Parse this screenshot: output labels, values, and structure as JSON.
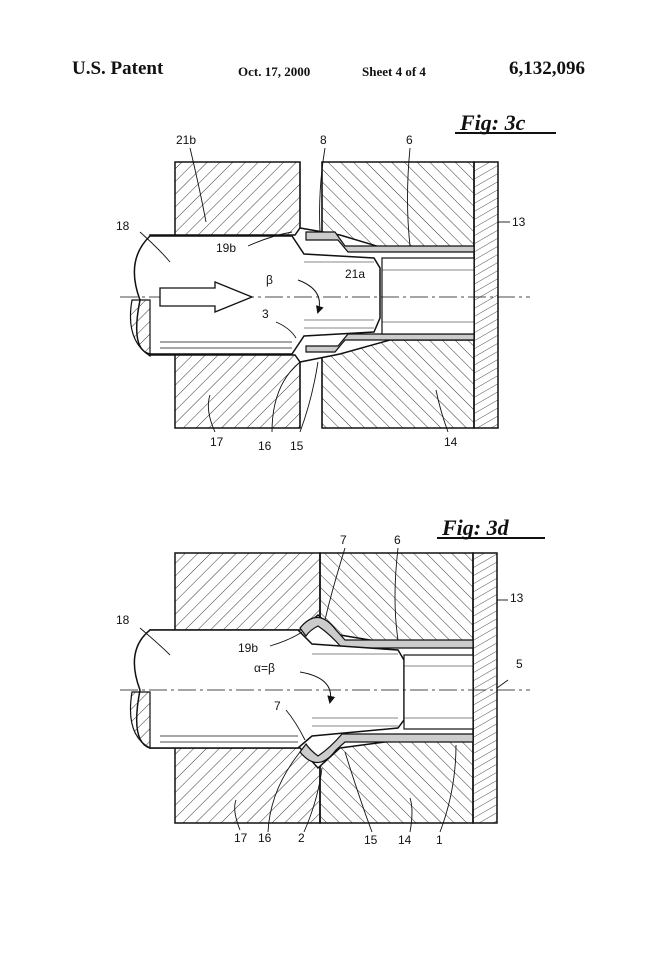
{
  "header": {
    "left": "U.S. Patent",
    "date": "Oct. 17, 2000",
    "sheet": "Sheet 4 of 4",
    "number": "6,132,096"
  },
  "fig3c": {
    "title": "Fig: 3c",
    "labels": {
      "l21b": "21b",
      "l8": "8",
      "l6": "6",
      "l18": "18",
      "l13": "13",
      "l19b": "19b",
      "l21a": "21a",
      "beta": "β",
      "l3": "3",
      "l17": "17",
      "l16": "16",
      "l15": "15",
      "l14": "14"
    }
  },
  "fig3d": {
    "title": "Fig: 3d",
    "labels": {
      "l7a": "7",
      "l6": "6",
      "l18": "18",
      "l13": "13",
      "l19b": "19b",
      "l5": "5",
      "alpha": "α=β",
      "l7b": "7",
      "l17": "17",
      "l16": "16",
      "l2": "2",
      "l15": "15",
      "l14": "14",
      "l1": "1"
    }
  }
}
